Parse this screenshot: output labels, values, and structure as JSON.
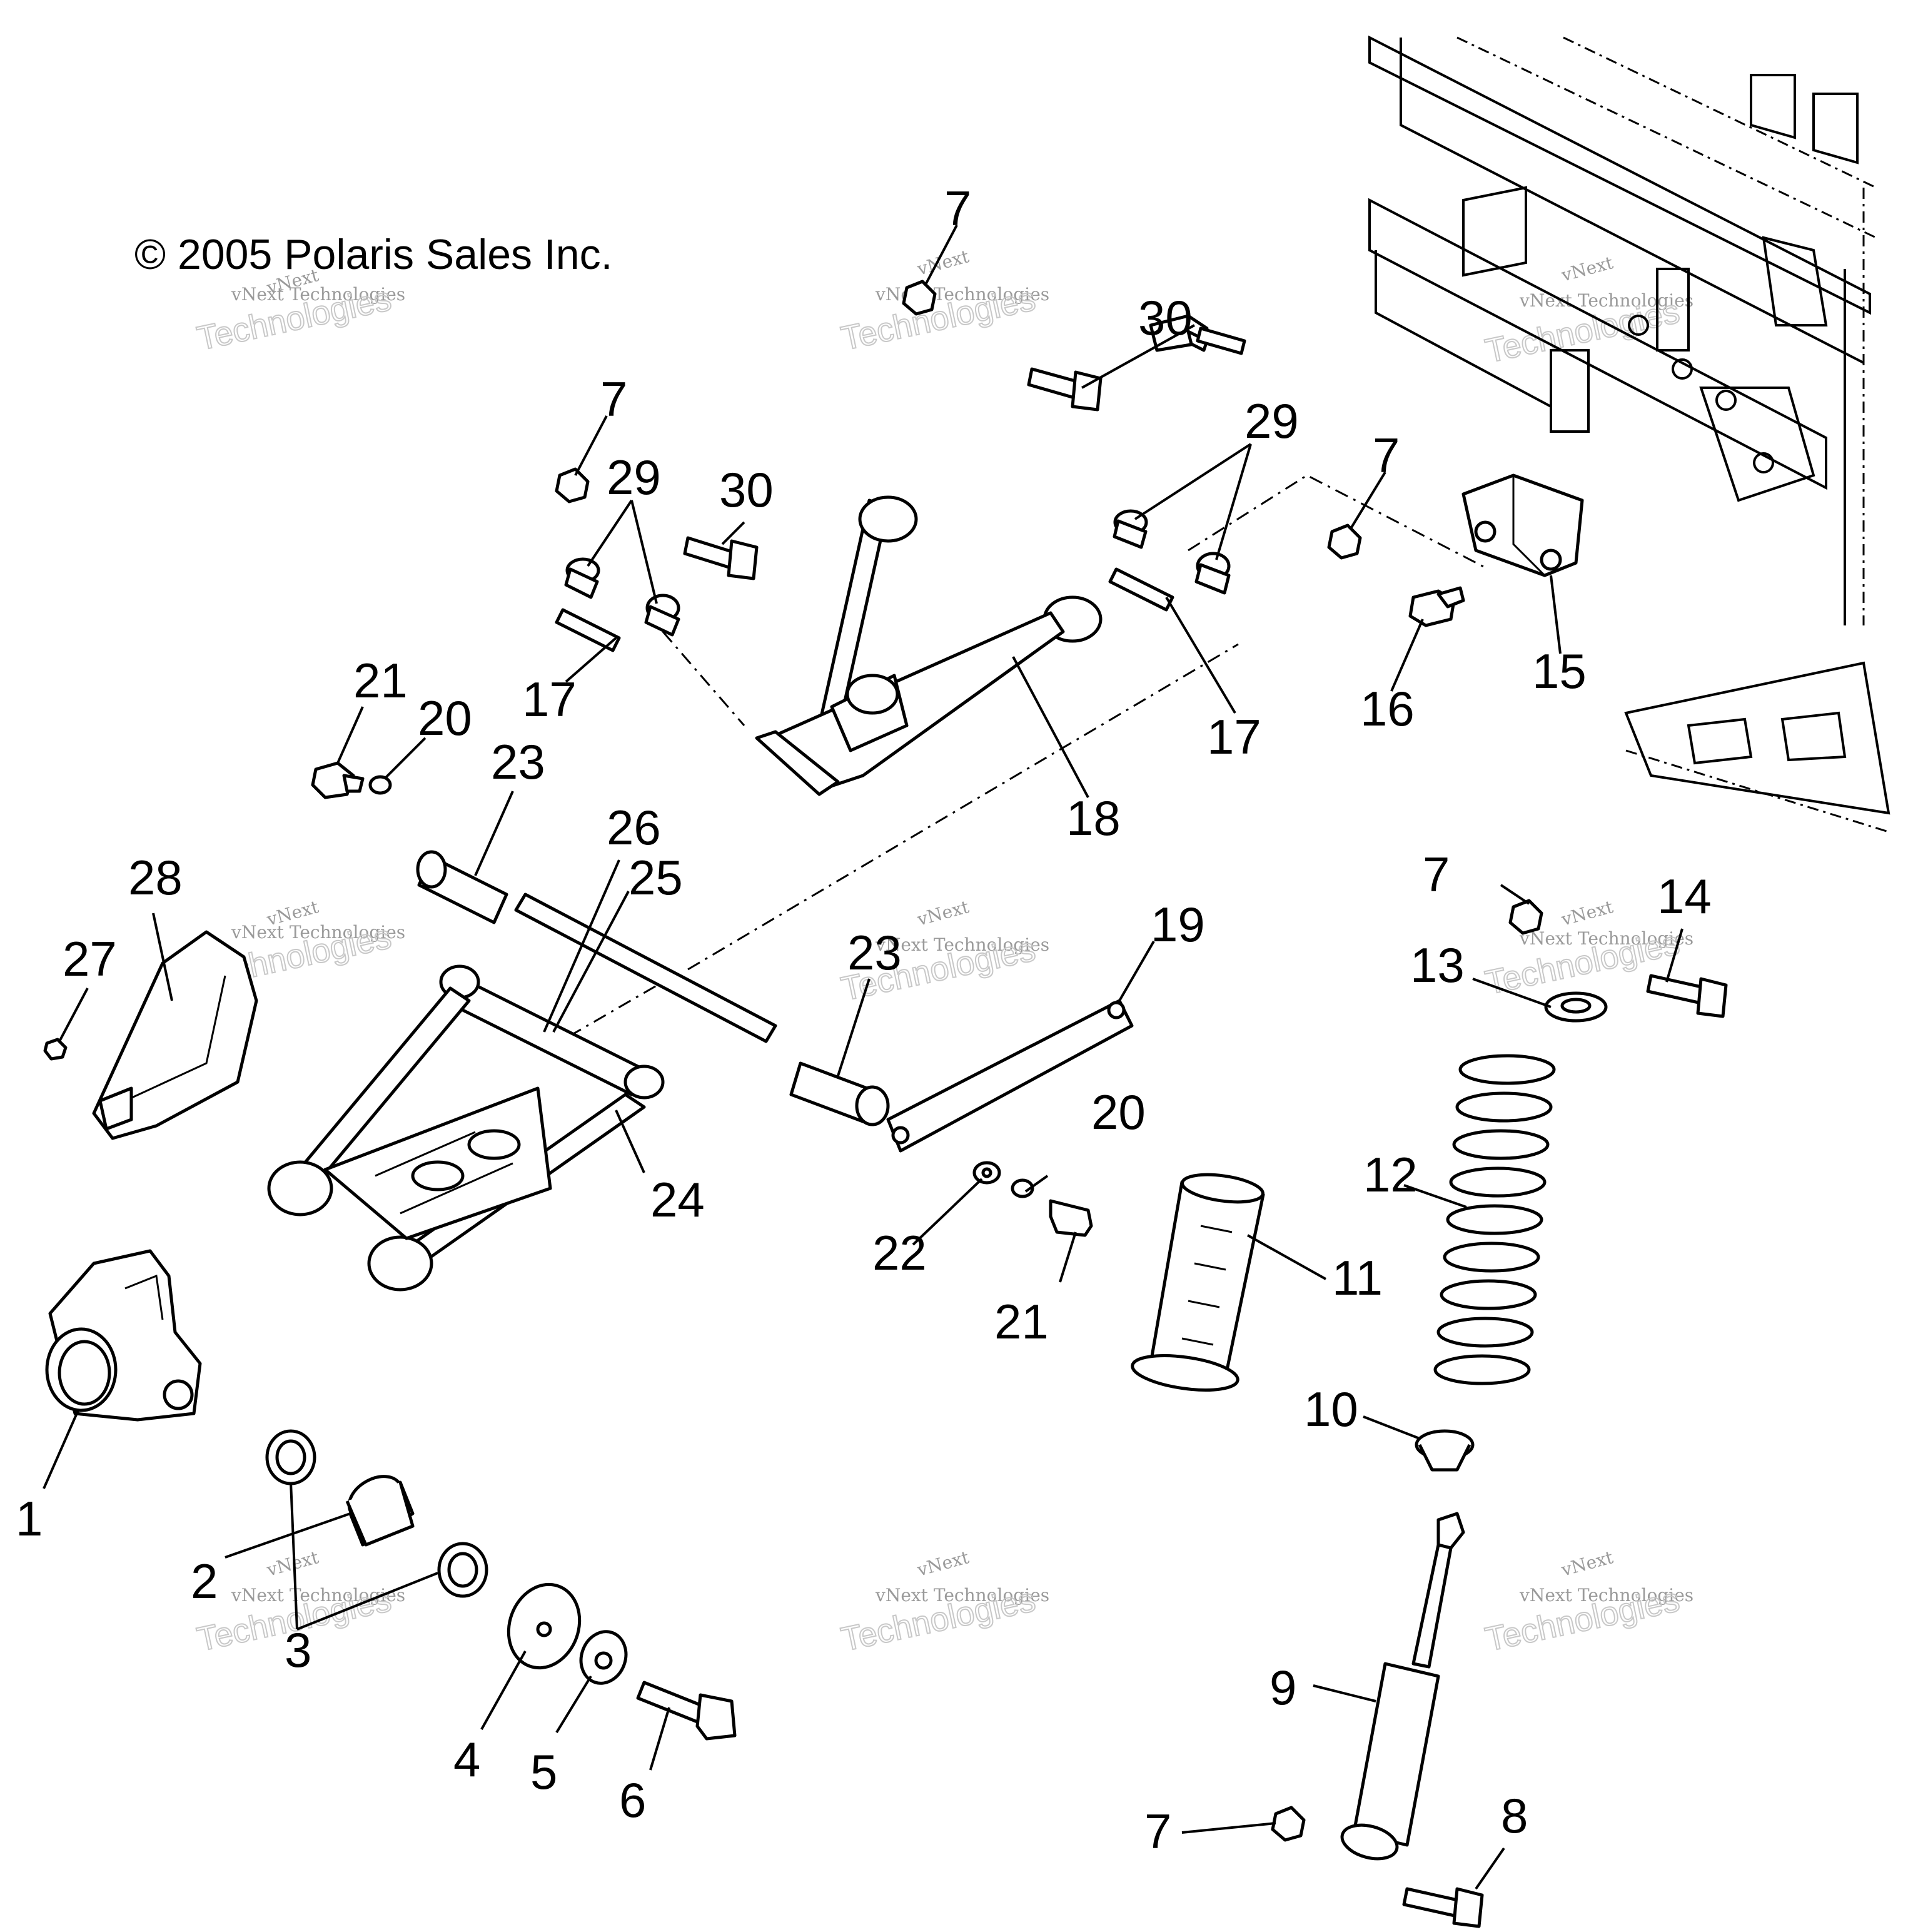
{
  "copyright": "© 2005 Polaris Sales Inc.",
  "watermark": {
    "line1": "vNext",
    "line2": "vNext Technologies",
    "line3": "Technologies"
  },
  "callouts": {
    "c1": "1",
    "c2": "2",
    "c3": "3",
    "c4": "4",
    "c5": "5",
    "c6": "6",
    "c7a": "7",
    "c7b": "7",
    "c7c": "7",
    "c7d": "7",
    "c7e": "7",
    "c8": "8",
    "c9": "9",
    "c10": "10",
    "c11": "11",
    "c12": "12",
    "c13": "13",
    "c14": "14",
    "c15": "15",
    "c16": "16",
    "c17a": "17",
    "c17b": "17",
    "c18": "18",
    "c19": "19",
    "c20a": "20",
    "c20b": "20",
    "c21a": "21",
    "c21b": "21",
    "c22": "22",
    "c23a": "23",
    "c23b": "23",
    "c24": "24",
    "c25": "25",
    "c26": "26",
    "c27": "27",
    "c28": "28",
    "c29a": "29",
    "c29b": "29",
    "c30a": "30",
    "c30b": "30"
  }
}
